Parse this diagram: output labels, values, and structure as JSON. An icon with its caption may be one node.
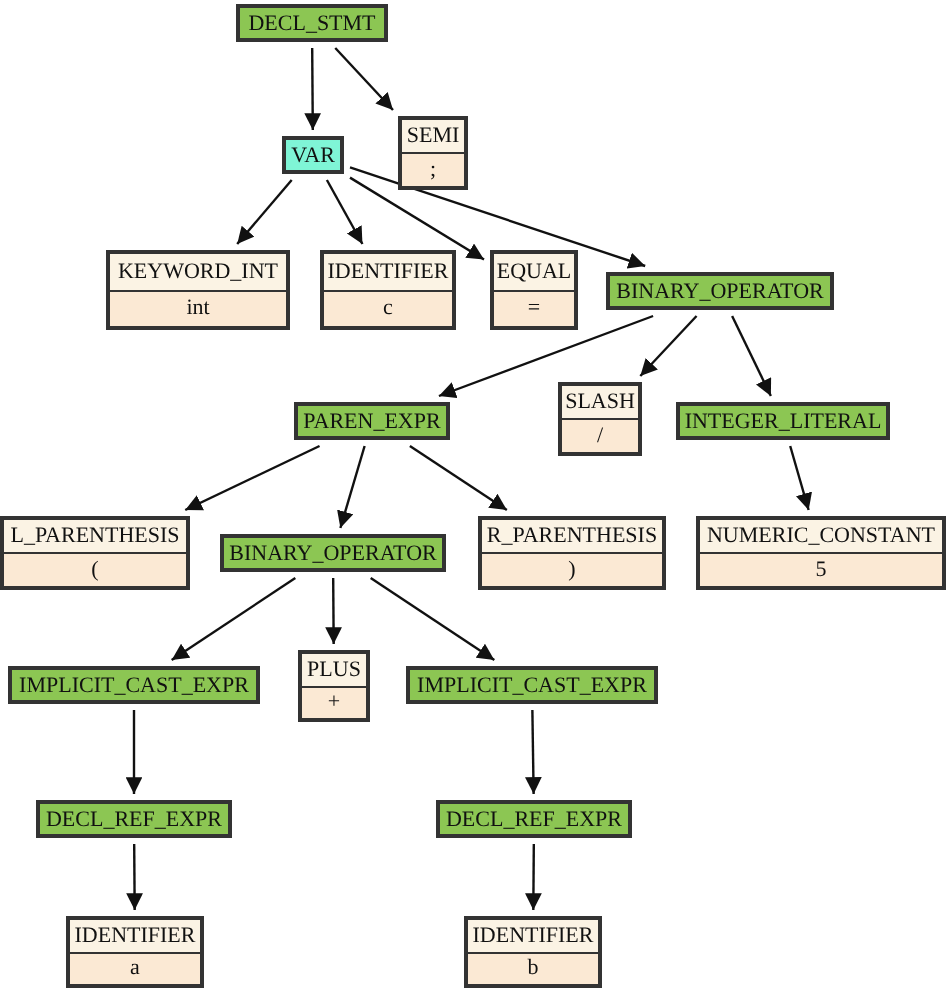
{
  "diagram": {
    "nodes": [
      {
        "text": [
          "DECL_STMT"
        ]
      },
      {
        "text": [
          "VAR"
        ]
      },
      {
        "text": [
          "SEMI",
          ";"
        ]
      },
      {
        "text": [
          "KEYWORD_INT",
          "int"
        ]
      },
      {
        "text": [
          "IDENTIFIER",
          "c"
        ]
      },
      {
        "text": [
          "EQUAL",
          "="
        ]
      },
      {
        "text": [
          "BINARY_OPERATOR"
        ]
      },
      {
        "text": [
          "PAREN_EXPR"
        ]
      },
      {
        "text": [
          "SLASH",
          "/"
        ]
      },
      {
        "text": [
          "INTEGER_LITERAL"
        ]
      },
      {
        "text": [
          "L_PARENTHESIS",
          "("
        ]
      },
      {
        "text": [
          "BINARY_OPERATOR"
        ]
      },
      {
        "text": [
          "R_PARENTHESIS",
          ")"
        ]
      },
      {
        "text": [
          "NUMERIC_CONSTANT",
          "5"
        ]
      },
      {
        "text": [
          "IMPLICIT_CAST_EXPR"
        ]
      },
      {
        "text": [
          "PLUS",
          "+"
        ]
      },
      {
        "text": [
          "IMPLICIT_CAST_EXPR"
        ]
      },
      {
        "text": [
          "DECL_REF_EXPR"
        ]
      },
      {
        "text": [
          "DECL_REF_EXPR"
        ]
      },
      {
        "text": [
          "IDENTIFIER",
          "a"
        ]
      },
      {
        "text": [
          "IDENTIFIER",
          "b"
        ]
      }
    ],
    "edges": [
      {
        "from": 0,
        "to": 1,
        "arrow": "to"
      },
      {
        "from": 0,
        "to": 2,
        "arrow": "to"
      },
      {
        "from": 1,
        "to": 3,
        "arrow": "to"
      },
      {
        "from": 1,
        "to": 4,
        "arrow": "to"
      },
      {
        "from": 1,
        "to": 5,
        "arrow": "to"
      },
      {
        "from": 1,
        "to": 6,
        "arrow": "to"
      },
      {
        "from": 6,
        "to": 7,
        "arrow": "to"
      },
      {
        "from": 6,
        "to": 8,
        "arrow": "to"
      },
      {
        "from": 6,
        "to": 9,
        "arrow": "to"
      },
      {
        "from": 7,
        "to": 10,
        "arrow": "to"
      },
      {
        "from": 7,
        "to": 11,
        "arrow": "to"
      },
      {
        "from": 7,
        "to": 12,
        "arrow": "to"
      },
      {
        "from": 9,
        "to": 13,
        "arrow": "to"
      },
      {
        "from": 11,
        "to": 14,
        "arrow": "to"
      },
      {
        "from": 11,
        "to": 15,
        "arrow": "to"
      },
      {
        "from": 11,
        "to": 16,
        "arrow": "to"
      },
      {
        "from": 14,
        "to": 17,
        "arrow": "to"
      },
      {
        "from": 16,
        "to": 18,
        "arrow": "to"
      },
      {
        "from": 17,
        "to": 19,
        "arrow": "to"
      },
      {
        "from": 18,
        "to": 20,
        "arrow": "to"
      }
    ]
  }
}
